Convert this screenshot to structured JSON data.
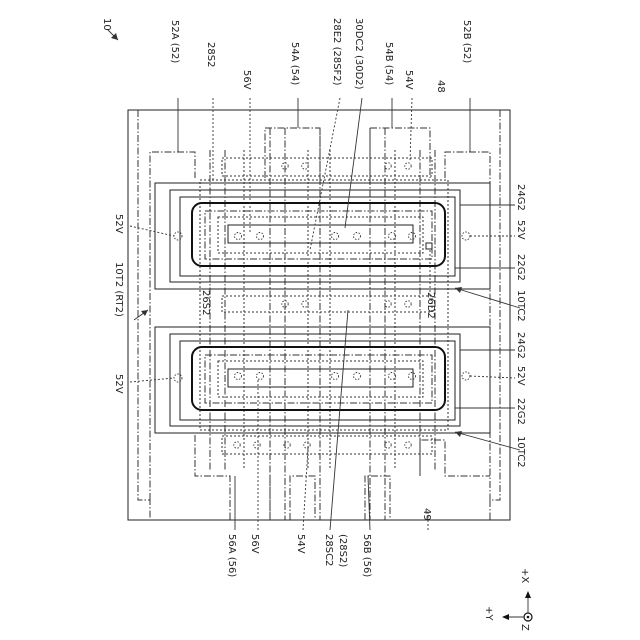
{
  "figure": {
    "ref_number": "10",
    "labels": {
      "52A": "52A (52)",
      "28S2": "28S2",
      "56V_top": "56V",
      "54A": "54A (54)",
      "28E2": "28E2 (28SF2)",
      "30DC2": "30DC2 (30D2)",
      "54B": "54B (54)",
      "54V_top": "54V",
      "48": "48",
      "52B": "52B (52)",
      "52V_left_upper": "52V",
      "24G2_upper": "24G2",
      "52V_right_upper": "52V",
      "22G2_upper": "22G2",
      "10T2": "10T2 (RT2)",
      "26S2": "26S2",
      "26D2": "26D2",
      "10TC2_upper": "10TC2",
      "52V_left_lower": "52V",
      "24G2_lower": "24G2",
      "52V_right_lower": "52V",
      "22G2_lower": "22G2",
      "10TC2_lower": "10TC2",
      "56A": "56A (56)",
      "56V_bottom": "56V",
      "54V_bottom": "54V",
      "28SC2": "28SC2",
      "28SC2_sub": "(28S2)",
      "56B": "56B (56)",
      "49": "49"
    },
    "axes": {
      "x": "+X",
      "y": "+Y",
      "z": "Z"
    }
  }
}
